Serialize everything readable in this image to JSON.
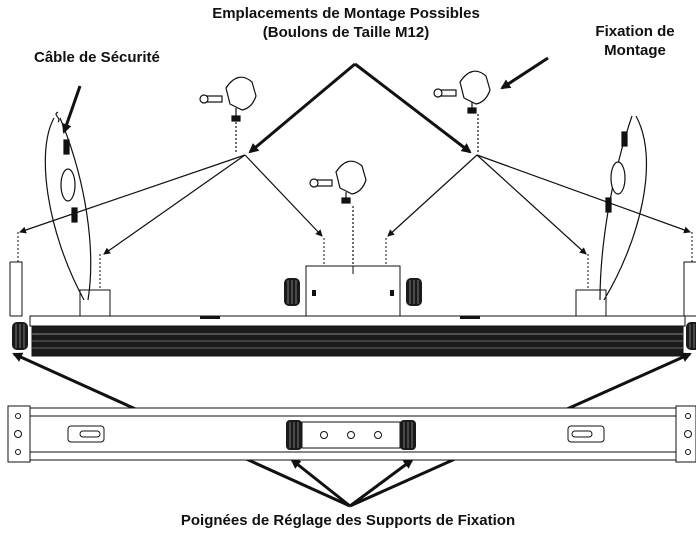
{
  "labels": {
    "mounting_locations_line1": "Emplacements de Montage Possibles",
    "mounting_locations_line2": "(Boulons de Taille M12)",
    "safety_cable": "Câble de Sécurité",
    "mounting_clamp_line1": "Fixation de",
    "mounting_clamp_line2": "Montage",
    "adjustment_knobs": "Poignées de Réglage des Supports de Fixation"
  },
  "colors": {
    "line": "#111111",
    "body_dark": "#1a1a1a",
    "panel_fill": "#f2f2f2",
    "background": "#ffffff"
  },
  "icons": [
    "mounting-clamp-icon",
    "safety-cable-icon",
    "adjustment-knob-icon"
  ]
}
